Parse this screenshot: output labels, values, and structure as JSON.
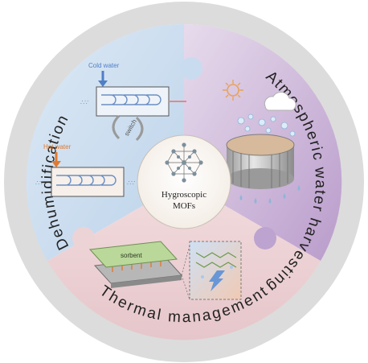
{
  "ring": {
    "top_right": "Atmospheric water harvesting",
    "left": "Dehumidification",
    "bottom": "Thermal management"
  },
  "dehumidification": {
    "cold_water": "Cold water",
    "hot_water": "Hot water",
    "switch": "switch"
  },
  "thermal": {
    "sorbent": "sorbent"
  },
  "hub": {
    "line1": "Hygroscopic",
    "line2": "MOFs"
  },
  "colors": {
    "ring": "#dcdcdc",
    "dehumid_panel": "#c9dcef",
    "awh_panel": "#cbb5d8",
    "thermal_panel": "#ecd3d6",
    "cold_water": "#4f7fc7",
    "hot_water": "#e07a2f",
    "sorbent_plate": "#b9d89a",
    "arrow_blue": "#5b8fd6"
  },
  "icons": [
    "sun-icon",
    "cloud-icon",
    "water-droplet-icon",
    "mof-crystal-icon"
  ]
}
